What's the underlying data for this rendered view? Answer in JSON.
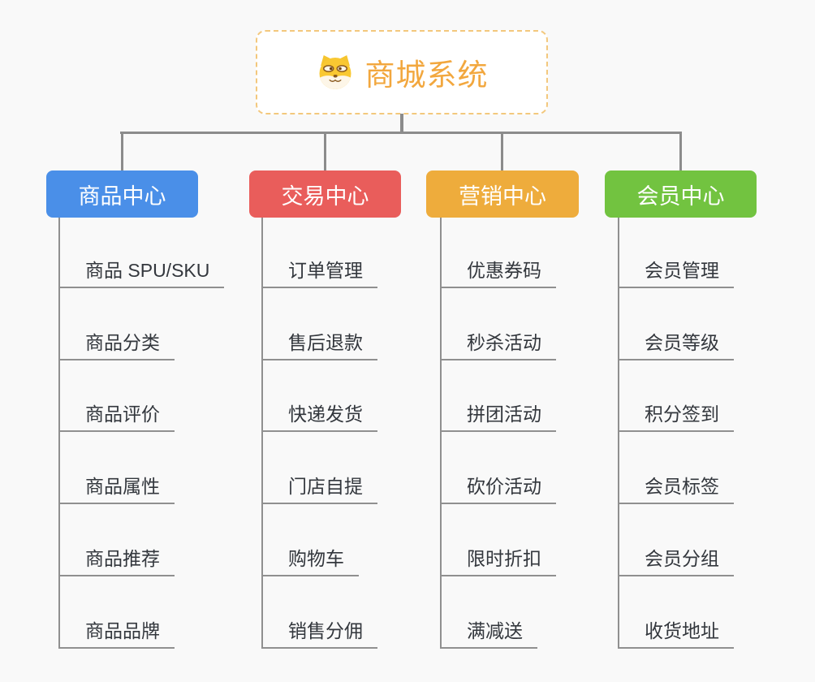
{
  "root": {
    "title": "商城系统",
    "icon": "doge-icon"
  },
  "colors": {
    "background": "#f9f9f9",
    "root_border": "#f3c87d",
    "root_text": "#f2a73e",
    "connector": "#8c8c8c",
    "item_line": "#909090",
    "item_text": "#33373d",
    "branch_text": "#ffffff"
  },
  "columns": [
    {
      "label": "商品中心",
      "color": "#4a8fe8",
      "items": [
        "商品 SPU/SKU",
        "商品分类",
        "商品评价",
        "商品属性",
        "商品推荐",
        "商品品牌"
      ]
    },
    {
      "label": "交易中心",
      "color": "#e95d5b",
      "items": [
        "订单管理",
        "售后退款",
        "快递发货",
        "门店自提",
        "购物车",
        "销售分佣"
      ]
    },
    {
      "label": "营销中心",
      "color": "#eeac3c",
      "items": [
        "优惠券码",
        "秒杀活动",
        "拼团活动",
        "砍价活动",
        "限时折扣",
        "满减送"
      ]
    },
    {
      "label": "会员中心",
      "color": "#72c340",
      "items": [
        "会员管理",
        "会员等级",
        "积分签到",
        "会员标签",
        "会员分组",
        "收货地址"
      ]
    }
  ]
}
